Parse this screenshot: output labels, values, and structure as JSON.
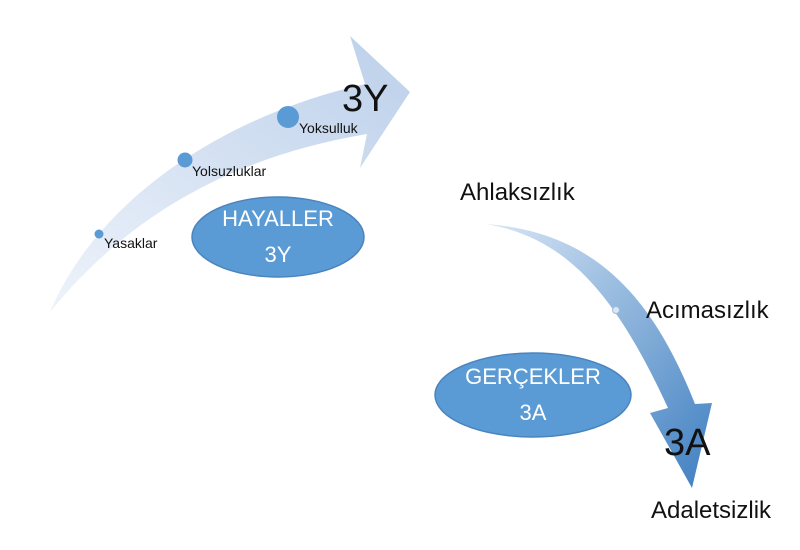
{
  "colors": {
    "upper_arrow_light": "#eef3fb",
    "upper_arrow_dark": "#bcd0ea",
    "lower_arrow_light": "#d8e6f5",
    "lower_arrow_dark": "#3f7fc1",
    "oval_fill": "#5b9bd5",
    "oval_stroke": "#4a84bd",
    "dot": "#5b9bd5",
    "text": "#111111",
    "oval_text": "#ffffff"
  },
  "upper_arrow": {
    "label": "3Y",
    "points": [
      {
        "label": "Yasaklar"
      },
      {
        "label": "Yolsuzluklar"
      },
      {
        "label": "Yoksulluk"
      }
    ]
  },
  "dream_oval": {
    "line1": "HAYALLER",
    "line2": "3Y"
  },
  "lower_arrow": {
    "label": "3A",
    "start_label": "Ahlaksızlık",
    "mid_label": "Acımasızlık",
    "end_label": "Adaletsizlik"
  },
  "reality_oval": {
    "line1": "GERÇEKLER",
    "line2": "3A"
  }
}
